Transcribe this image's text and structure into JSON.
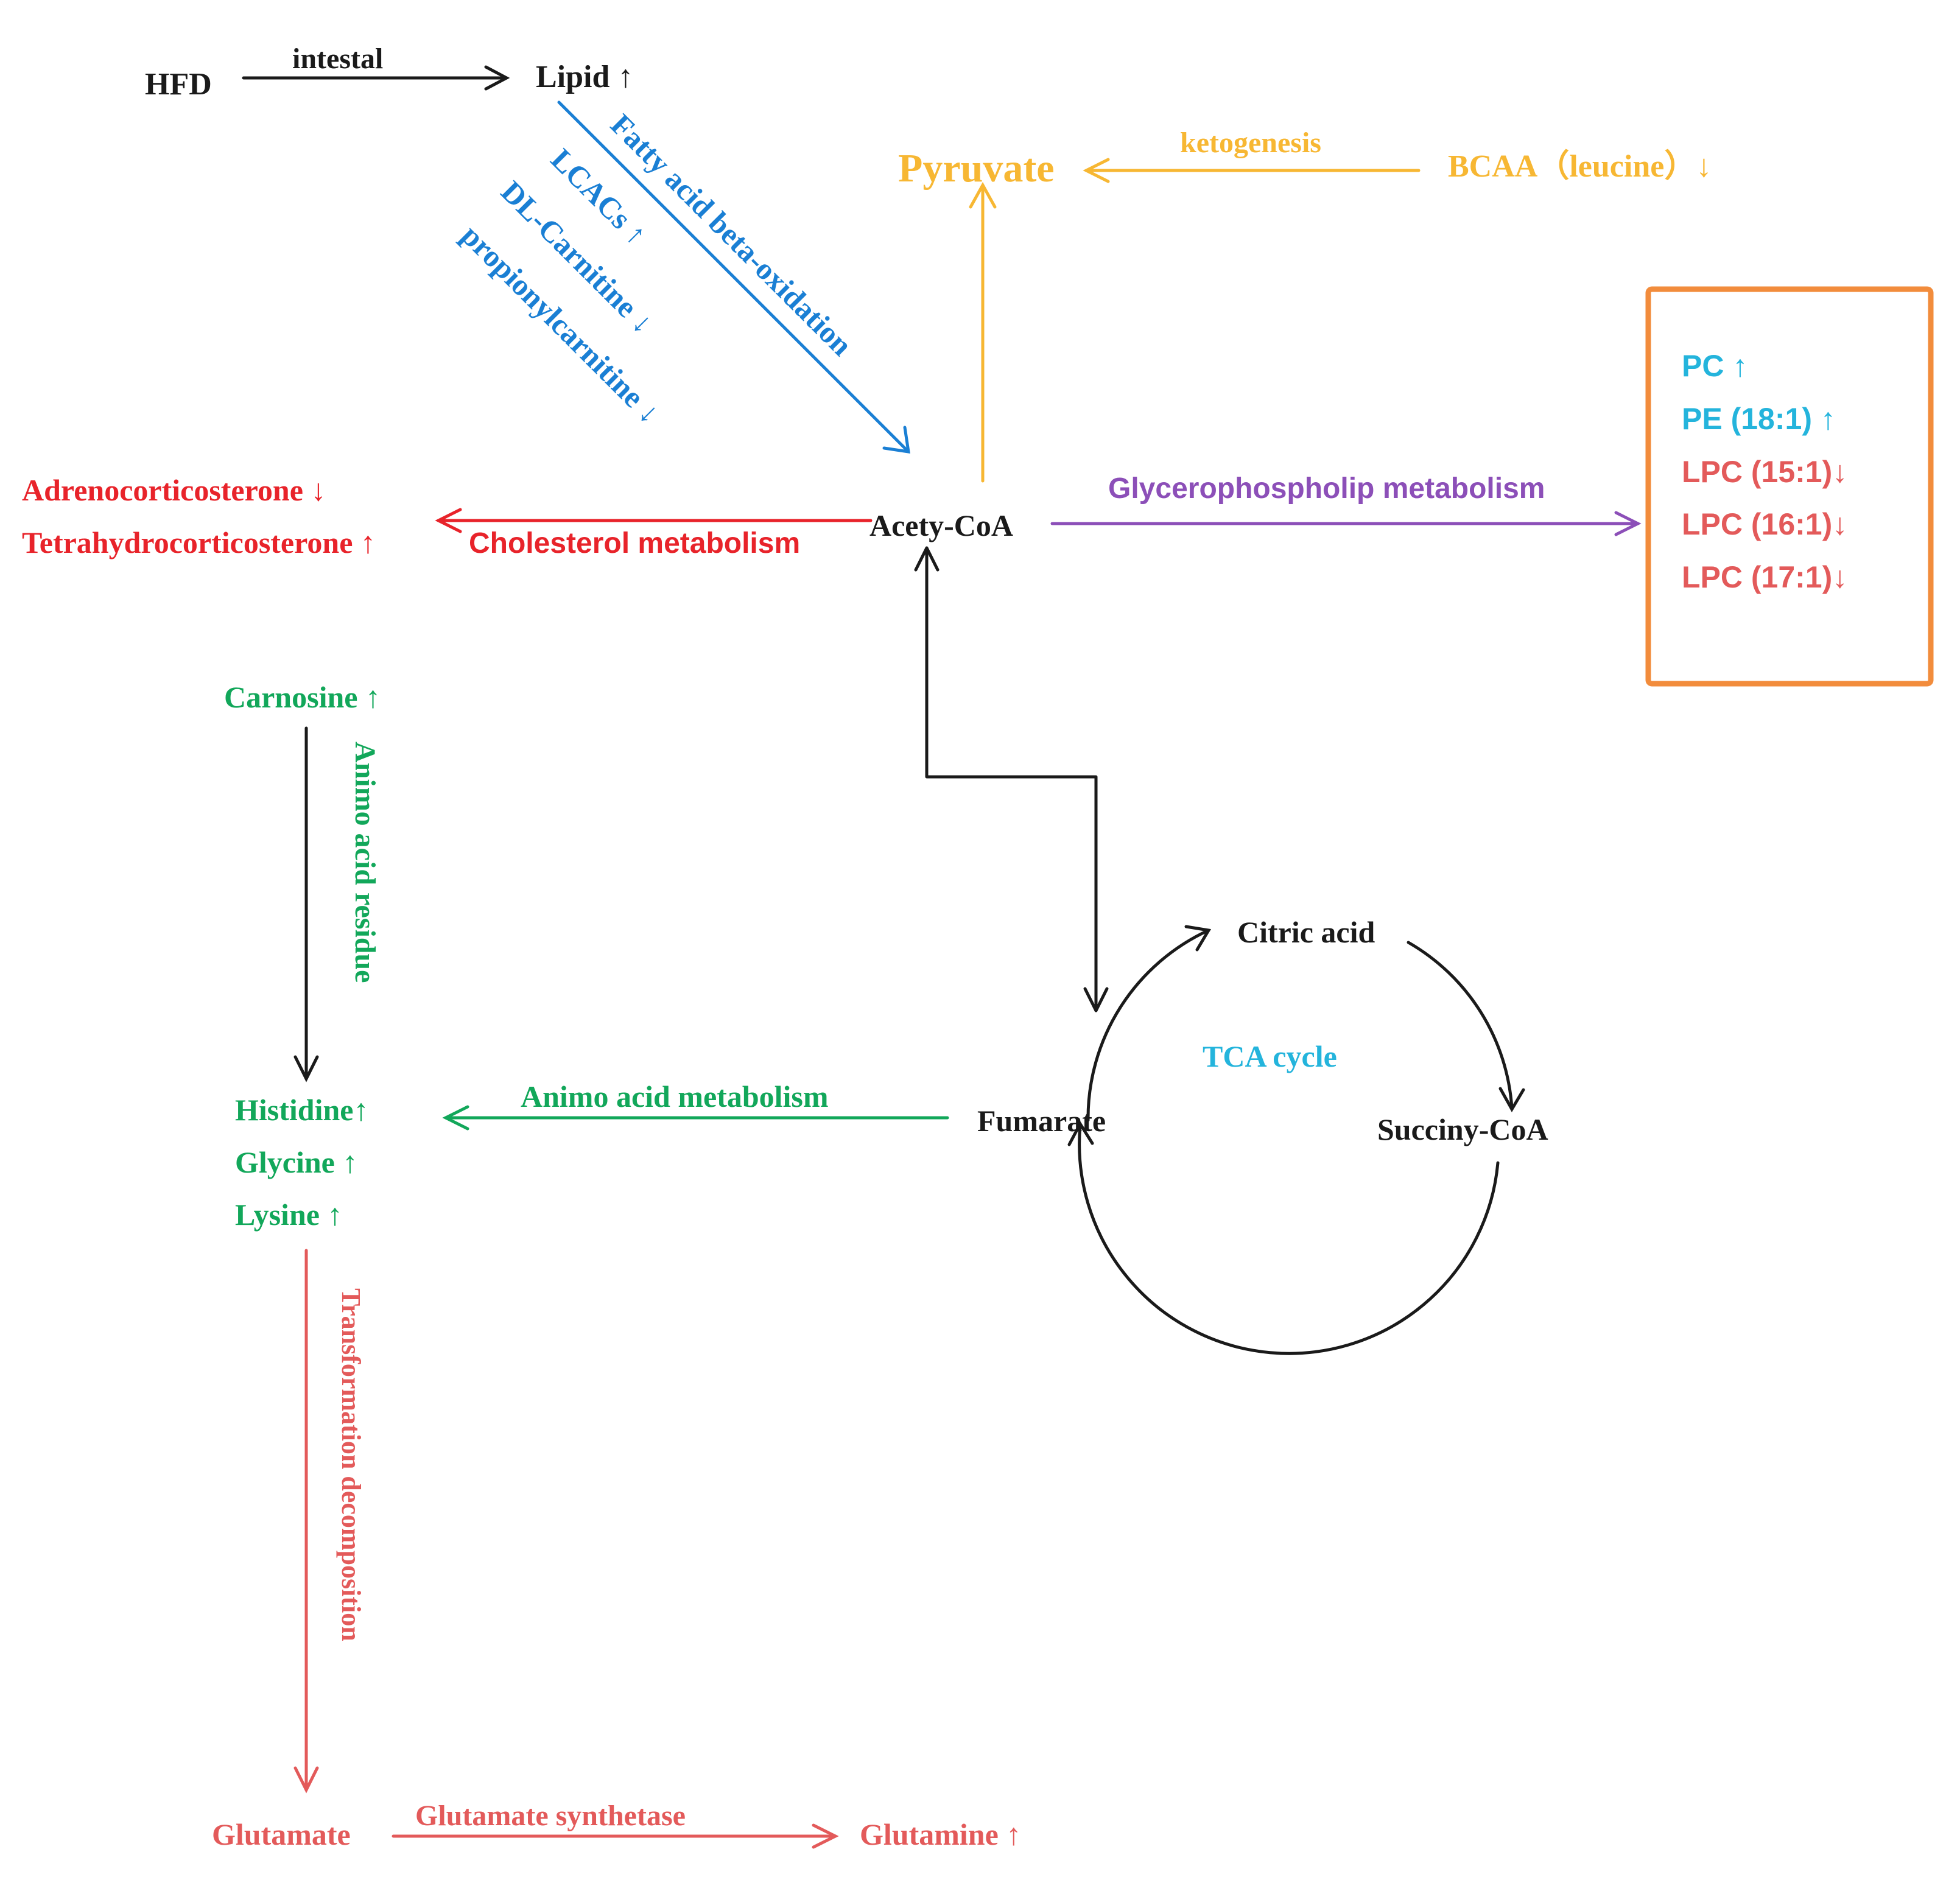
{
  "nodes": {
    "hfd": "HFD",
    "lipid": "Lipid ↑",
    "pyruvate": "Pyruvate",
    "bcaa": "BCAA（leucine）↓",
    "acetyl_coa": "Acety-CoA",
    "adrenocorticosterone": "Adrenocorticosterone ↓",
    "tetrahydrocorticosterone": "Tetrahydrocorticosterone ↑",
    "carnosine": "Carnosine ↑",
    "histidine": "Histidine↑",
    "glycine": "Glycine ↑",
    "lysine": "Lysine ↑",
    "glutamate": "Glutamate",
    "glutamine": "Glutamine ↑",
    "citric_acid": "Citric acid",
    "fumarate": "Fumarate",
    "succinyl_coa": "Succiny-CoA",
    "tca_cycle": "TCA cycle"
  },
  "edges": {
    "intestal": "intestal",
    "fatty_acid": "Fatty acid beta-oxidation",
    "lcacs": "LCACs ↑",
    "dl_carnitine": "DL-Carnitine ↓",
    "propionylcarnitine": "propionylcarnitine ↓",
    "ketogenesis": "ketogenesis",
    "cholesterol": "Cholesterol metabolism",
    "glycerophospholip": "Glycerophospholip metabolism",
    "animo_acid_residue": "Animo acid residue",
    "animo_acid_metabolism": "Animo acid metabolism",
    "transformation": "Transformation decomposition",
    "glutamate_synthetase": "Glutamate synthetase"
  },
  "lipid_box": [
    "PC ↑",
    "PE (18:1) ↑",
    "LPC (15:1)↓",
    "LPC (16:1)↓",
    "LPC (17:1)↓"
  ],
  "colors": {
    "black": "#1a1a1a",
    "blue": "#1a7fd4",
    "yellow": "#f7b733",
    "red": "#e8232a",
    "purple": "#8c4fb8",
    "green": "#12a75a",
    "salmon": "#e35a5a",
    "cyan": "#24b4dc",
    "orange": "#f28c3c"
  }
}
